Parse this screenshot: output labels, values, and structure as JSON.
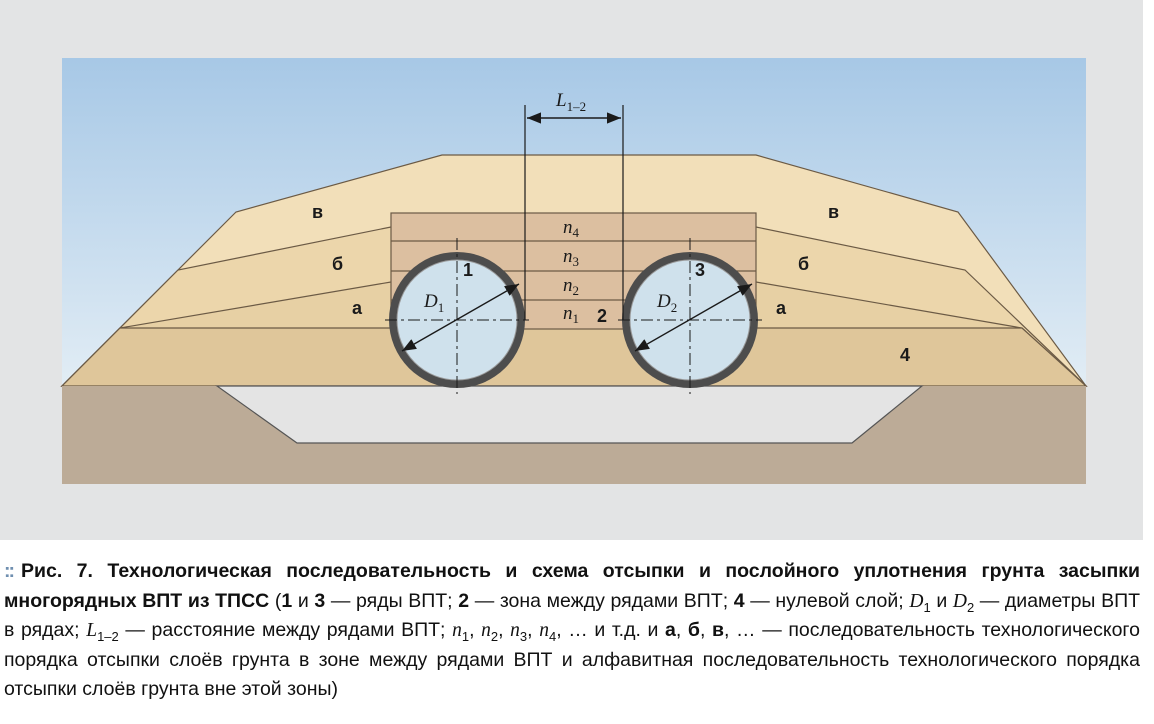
{
  "diagram": {
    "layers": {
      "v_left": "в",
      "b_left": "б",
      "a_left": "а",
      "v_right": "в",
      "b_right": "б",
      "a_right": "а",
      "zero_layer": "4"
    },
    "pipes": {
      "row1_label": "1",
      "row3_label": "3",
      "between_label": "2",
      "d1_symbol": "D",
      "d1_sub": "1",
      "d2_symbol": "D",
      "d2_sub": "2"
    },
    "layers_between": [
      {
        "symbol": "n",
        "sub": "4"
      },
      {
        "symbol": "n",
        "sub": "3"
      },
      {
        "symbol": "n",
        "sub": "2"
      },
      {
        "symbol": "n",
        "sub": "1"
      }
    ],
    "distance": {
      "symbol": "L",
      "sub": "1–2"
    },
    "colors": {
      "sky_top": "#a7c8e6",
      "sky_bottom": "#ddeaf4",
      "embankment_outer": "#f2dfb9",
      "embankment_middle": "#ecd6ab",
      "embankment_inner": "#e6cfa2",
      "zero_layer": "#dfc69a",
      "between_zone": "#dcbfa0",
      "ground": "#bcab97",
      "trench": "#e4e4e4",
      "pipe_fill": "#cfe1ec",
      "pipe_stroke": "#4d4d4d"
    }
  },
  "caption": {
    "fig_label": "Рис. 7.",
    "title": "Технологическая последовательность и схема отсыпки и послойного уплотнения грунта засыпки многорядных ВПТ из ТПСС",
    "parts": {
      "p_open": " (",
      "n1": "1",
      "and1": " и ",
      "n3": "3",
      "t1": " — ряды ВПТ; ",
      "n2": "2",
      "t2": " — зона между рядами ВПТ; ",
      "n4": "4",
      "t3": " — нулевой слой; ",
      "d1": "D",
      "d1s": "1",
      "and2": " и ",
      "d2": "D",
      "d2s": "2",
      "t4": " — диаметры ВПТ в рядах; ",
      "l": "L",
      "ls": "1–2",
      "t5": " — расстояние между рядами ВПТ; ",
      "nn1": "n",
      "nn1s": "1",
      "c1": ", ",
      "nn2": "n",
      "nn2s": "2",
      "c2": ", ",
      "nn3": "n",
      "nn3s": "3",
      "c3": ", ",
      "nn4": "n",
      "nn4s": "4",
      "t6": ", … и т.д. и ",
      "la": "а",
      "c4": ", ",
      "lb": "б",
      "c5": ", ",
      "lv": "в",
      "t7": ", … — последовательность технологического порядка отсыпки слоёв грунта в зоне между рядами ВПТ и алфавитная последовательность технологического порядка отсыпки слоёв грунта вне этой зоны)"
    }
  }
}
